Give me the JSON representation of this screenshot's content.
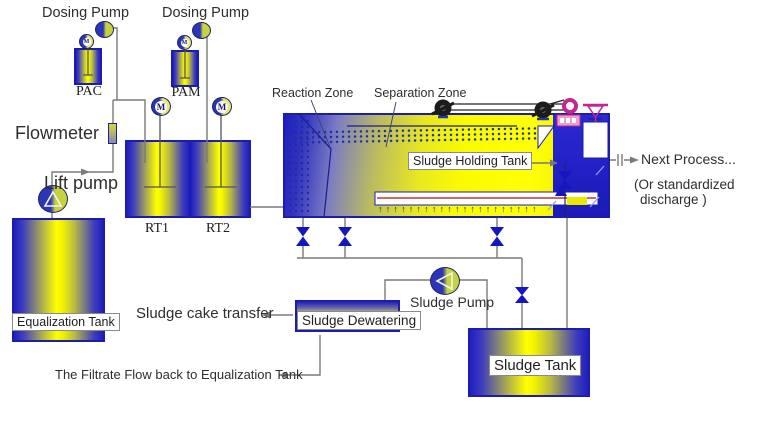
{
  "diagram": {
    "labels": {
      "dosing_pump_left": "Dosing Pump",
      "dosing_pump_right": "Dosing Pump",
      "pac": "PAC",
      "pam": "PAM",
      "flowmeter": "Flowmeter",
      "lift_pump": "Lift pump",
      "rt1": "RT1",
      "rt2": "RT2",
      "equalization_tank": "Equalization Tank",
      "reaction_zone": "Reaction Zone",
      "separation_zone": "Separation Zone",
      "sludge_holding_tank": "Sludge Holding Tank",
      "next_process": "Next Process...",
      "standardized_line1": "(Or standardized",
      "standardized_line2": "discharge )",
      "sludge_pump": "Sludge Pump",
      "sludge_dewatering": "Sludge Dewatering",
      "sludge_cake_transfer": "Sludge cake transfer",
      "sludge_tank": "Sludge Tank",
      "filtrate_return": "The Filtrate Flow back to Equalization Tank",
      "motor": "M"
    },
    "colors": {
      "tank_border_navy": "#1c1cae",
      "tank_yellow": "#ffff00",
      "tank_blue": "#2020c8",
      "pipe_gray": "#7a7a7a",
      "valve_blue": "#1616c0",
      "magenta": "#c2268f"
    }
  }
}
